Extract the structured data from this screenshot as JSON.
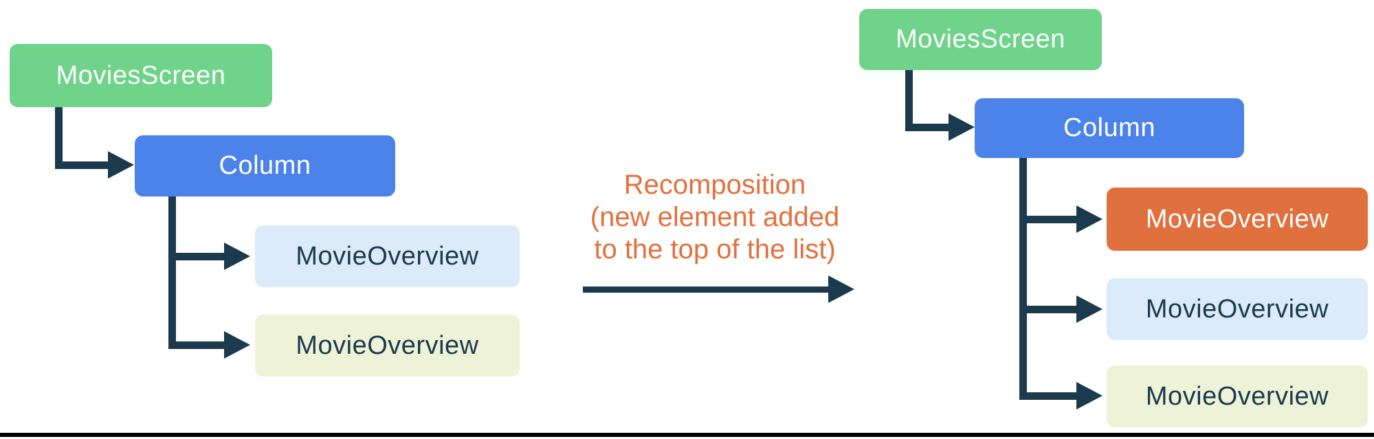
{
  "annotation": {
    "lines": [
      "Recomposition",
      "(new element added",
      "to the top of the list)"
    ]
  },
  "left_tree": {
    "root": {
      "label": "MoviesScreen"
    },
    "column": {
      "label": "Column"
    },
    "leaves": [
      {
        "label": "MovieOverview"
      },
      {
        "label": "MovieOverview"
      }
    ]
  },
  "right_tree": {
    "root": {
      "label": "MoviesScreen"
    },
    "column": {
      "label": "Column"
    },
    "leaves": [
      {
        "label": "MovieOverview"
      },
      {
        "label": "MovieOverview"
      },
      {
        "label": "MovieOverview"
      }
    ]
  },
  "colors": {
    "root_green": "#6FD389",
    "column_blue": "#4C83EA",
    "highlight_orange": "#E0703D",
    "leaf_light_blue": "#DBEBFA",
    "leaf_pale_yellow": "#EEF3D7",
    "connector_navy": "#1B3A4E",
    "annotation_orange": "#E2703C",
    "text_on_dark": "#FFFFFF",
    "text_on_light": "#1B3A4E",
    "bottom_rule_black": "#000000"
  }
}
